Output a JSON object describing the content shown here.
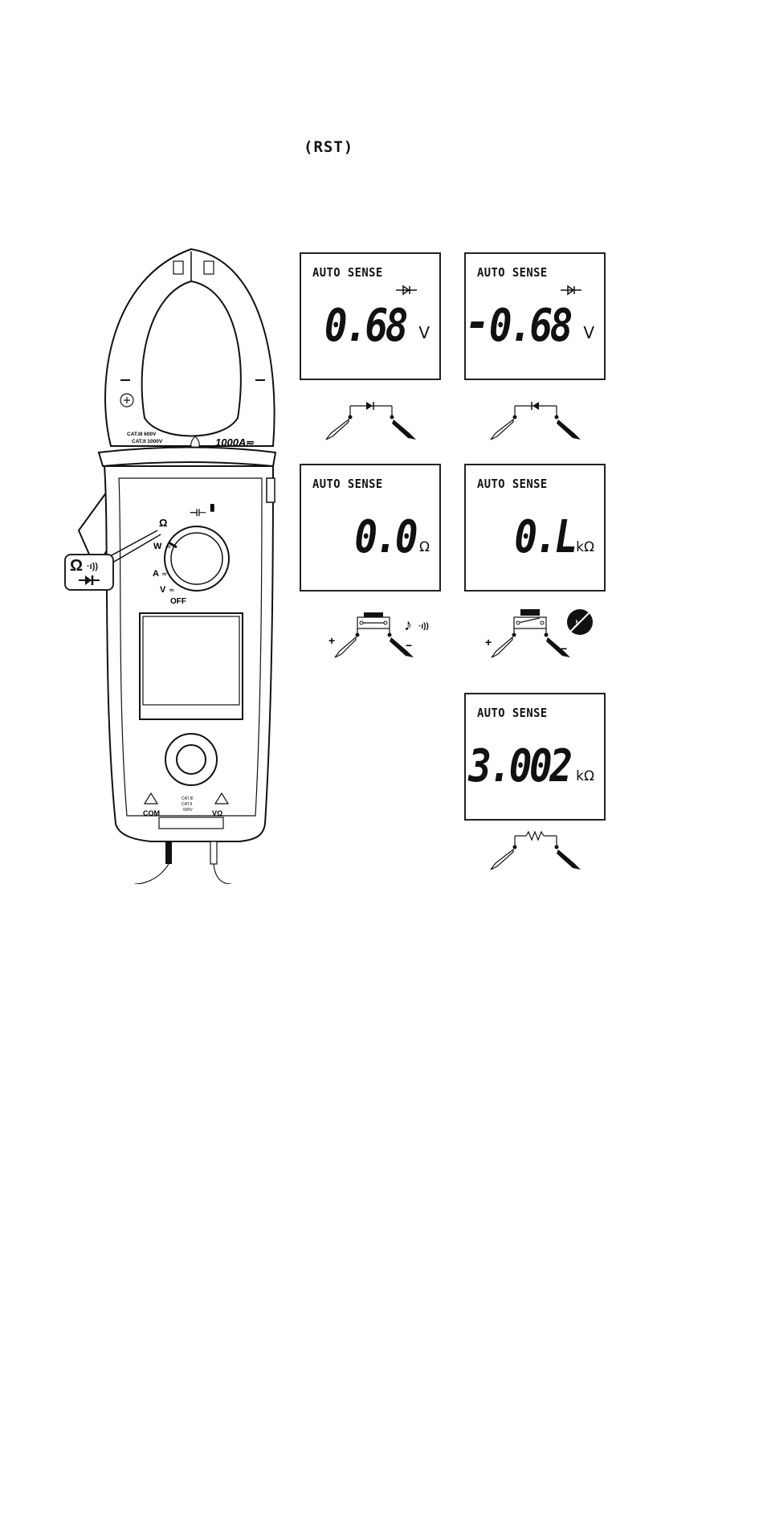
{
  "header": {
    "rst_label": "(RST)"
  },
  "meter": {
    "selector_badge": {
      "ohm": "Ω",
      "beep": "·ı))"
    },
    "dial": {
      "ohm": "Ω",
      "cap": "⊣⊢",
      "temp": "🌡",
      "w": "W",
      "a": "A",
      "v": "V",
      "off": "OFF"
    },
    "jaw_rating": "1000A",
    "cat_ratings": [
      "CAT.III 600V",
      "CAT.II 1000V"
    ],
    "jack_labels": {
      "com": "COM",
      "vohm": "VΩ"
    }
  },
  "displays": [
    {
      "id": "diode-forward",
      "auto_sense": "AUTO SENSE",
      "value": "0.68",
      "unit": "V",
      "negative": false,
      "diode_symbol": true
    },
    {
      "id": "diode-reverse",
      "auto_sense": "AUTO SENSE",
      "value": "0.68",
      "unit": "V",
      "negative": true,
      "diode_symbol": true
    },
    {
      "id": "continuity-short",
      "auto_sense": "AUTO SENSE",
      "value": "0.0",
      "unit": "Ω",
      "negative": false,
      "diode_symbol": false
    },
    {
      "id": "continuity-open",
      "auto_sense": "AUTO SENSE",
      "value": "0.L",
      "unit": "kΩ",
      "negative": false,
      "diode_symbol": false
    },
    {
      "id": "resistance",
      "auto_sense": "AUTO SENSE",
      "value": "3.002",
      "unit": "kΩ",
      "negative": false,
      "diode_symbol": false
    }
  ]
}
